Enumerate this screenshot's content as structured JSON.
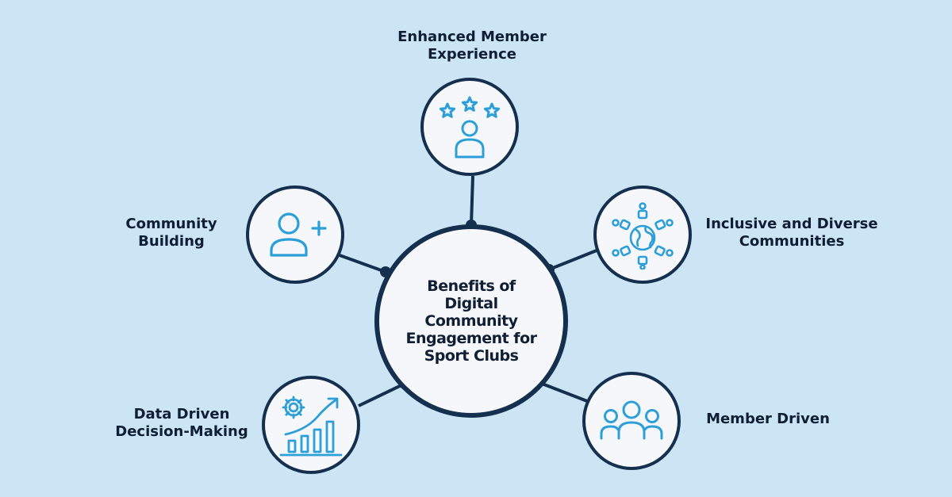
{
  "center": {
    "title": "Benefits of Digital Community Engagement for Sport Clubs"
  },
  "benefits": [
    {
      "label": "Enhanced Member Experience",
      "icon": "user-rating-stars-icon"
    },
    {
      "label": "Inclusive and Diverse Communities",
      "icon": "global-community-icon"
    },
    {
      "label": "Member Driven",
      "icon": "member-group-icon"
    },
    {
      "label": "Data Driven Decision-Making",
      "icon": "growth-chart-gear-icon"
    },
    {
      "label": "Community Building",
      "icon": "add-user-icon"
    }
  ],
  "colors": {
    "background": "#cce5f4",
    "outline": "#15304f",
    "icon": "#2d9fd8",
    "circle_fill": "#f5f7fa"
  }
}
